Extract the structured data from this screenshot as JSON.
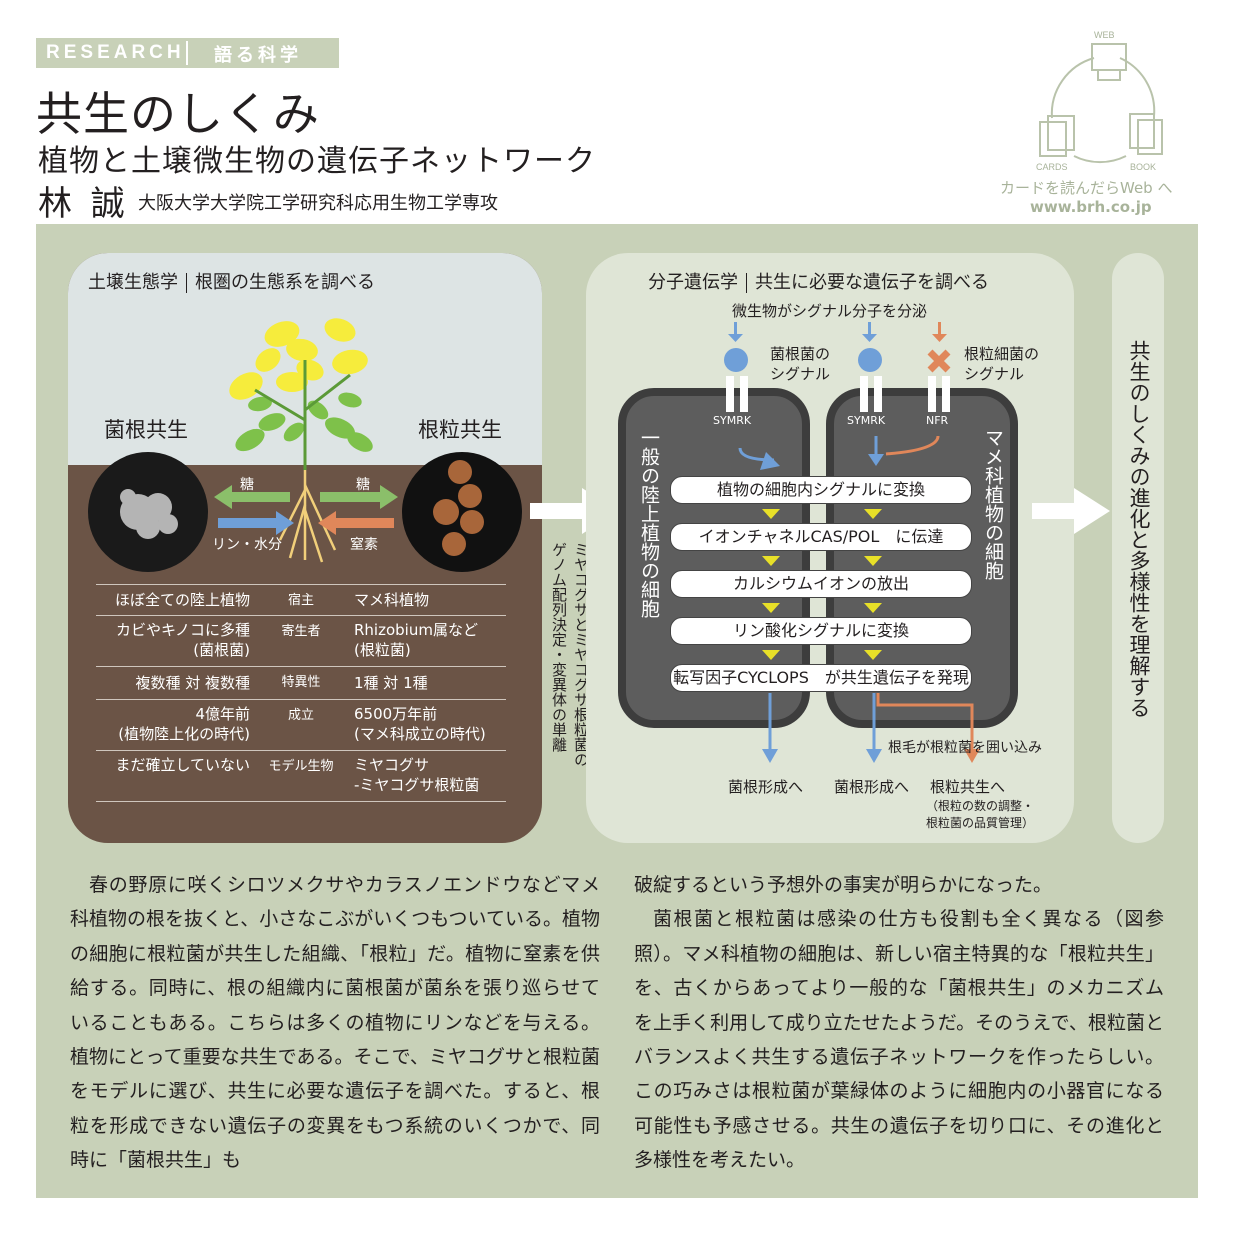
{
  "header": {
    "badge_en": "RESEARCH",
    "badge_ja": "語る科学",
    "title": "共生のしくみ",
    "subtitle": "植物と土壌微生物の遺伝子ネットワーク",
    "author": "林 誠",
    "affiliation": "大阪大学大学院工学研究科応用生物工学専攻"
  },
  "web_logo": {
    "web": "WEB",
    "cards": "CARDS",
    "book": "BOOK",
    "caption": "カードを読んだらWeb へ",
    "url": "www.brh.co.jp"
  },
  "soil_panel": {
    "heading_a": "土壌生態学",
    "heading_b": "根圏の生態系を調べる",
    "left_label": "菌根共生",
    "right_label": "根粒共生",
    "sugar_left": "糖",
    "sugar_right": "糖",
    "phosphorus": "リン・水分",
    "nitrogen": "窒素",
    "table": [
      {
        "left": "ほぼ全ての陸上植物",
        "middle": "宿主",
        "right": "マメ科植物"
      },
      {
        "left": "カビやキノコに多種",
        "left2": "(菌根菌)",
        "middle": "寄生者",
        "right": "Rhizobium属など",
        "right2": "(根粒菌)"
      },
      {
        "left": "複数種 対 複数種",
        "middle": "特異性",
        "right": "1種 対 1種"
      },
      {
        "left": "4億年前",
        "left2": "(植物陸上化の時代)",
        "middle": "成立",
        "right": "6500万年前",
        "right2": "(マメ科成立の時代)"
      },
      {
        "left": "まだ確立していない",
        "middle": "モデル生物",
        "right": "ミヤコグサ",
        "right2": "-ミヤコグサ根粒菌"
      }
    ]
  },
  "connector_text": {
    "line1": "ミヤコグサとミヤコグサ根粒菌の",
    "line2": "ゲノム配列決定・変異体の単離"
  },
  "mol_panel": {
    "heading_a": "分子遺伝学",
    "heading_b": "共生に必要な遺伝子を調べる",
    "secretes": "微生物がシグナル分子を分泌",
    "myco_signal_1": "菌根菌の",
    "myco_signal_2": "シグナル",
    "nod_signal_1": "根粒細菌の",
    "nod_signal_2": "シグナル",
    "receptor1": "SYMRK",
    "receptor2": "SYMRK",
    "receptor3": "NFR",
    "left_cell": "一般の陸上植物の細胞",
    "right_cell": "マメ科植物の細胞",
    "steps": [
      "植物の細胞内シグナルに変換",
      "イオンチャネルCAS/POL　に伝達",
      "カルシウムイオンの放出",
      "リン酸化シグナルに変換",
      "転写因子CYCLOPS　が共生遺伝子を発現"
    ],
    "root_hair": "根毛が根粒菌を囲い込み",
    "out1": "菌根形成へ",
    "out2": "菌根形成へ",
    "out3": "根粒共生へ",
    "out3_note1": "（根粒の数の調整・",
    "out3_note2": "根粒菌の品質管理）"
  },
  "result_text": "共生のしくみの進化と多様性を理解する",
  "colors": {
    "panel": "#c8d1b8",
    "soil": "#6b5446",
    "green_arrow": "#8bbf6a",
    "blue_arrow": "#6f9fd8",
    "orange_arrow": "#e0875a",
    "yellow_arrow": "#e8e028"
  },
  "body": {
    "col1": "春の野原に咲くシロツメクサやカラスノエンドウなどマメ科植物の根を抜くと、小さなこぶがいくつもついている。植物の細胞に根粒菌が共生した組織、「根粒」だ。植物に窒素を供給する。同時に、根の組織内に菌根菌が菌糸を張り巡らせていることもある。こちらは多くの植物にリンなどを与える。植物にとって重要な共生である。そこで、ミヤコグサと根粒菌をモデルに選び、共生に必要な遺伝子を調べた。すると、根粒を形成できない遺伝子の変異をもつ系統のいくつかで、同時に「菌根共生」も",
    "col2_p1": "破綻するという予想外の事実が明らかになった。",
    "col2_p2": "菌根菌と根粒菌は感染の仕方も役割も全く異なる（図参照）。マメ科植物の細胞は、新しい宿主特異的な「根粒共生」を、古くからあってより一般的な「菌根共生」のメカニズムを上手く利用して成り立たせたようだ。そのうえで、根粒菌とバランスよく共生する遺伝子ネットワークを作ったらしい。この巧みさは根粒菌が葉緑体のように細胞内の小器官になる可能性も予感させる。共生の遺伝子を切り口に、その進化と多様性を考えたい。"
  }
}
